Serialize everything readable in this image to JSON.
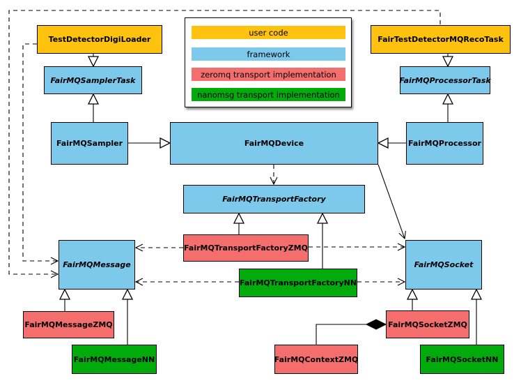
{
  "palette": {
    "user_code": "#ffc20e",
    "framework": "#7cc9ec",
    "zeromq": "#f56e6e",
    "nanomsg": "#00ab0b",
    "line": "#000000",
    "background": "#ffffff"
  },
  "legend": {
    "items": [
      {
        "label": "user code",
        "color": "#ffc20e"
      },
      {
        "label": "framework",
        "color": "#7cc9ec"
      },
      {
        "label": "zeromq transport implementation",
        "color": "#f56e6e"
      },
      {
        "label": "nanomsg transport implementation",
        "color": "#00ab0b"
      }
    ]
  },
  "nodes": {
    "test_detector_digi_loader": {
      "label": "TestDetectorDigiLoader",
      "category": "user code",
      "abstract": false,
      "color": "#ffc20e"
    },
    "fair_test_detector_mq_reco_task": {
      "label": "FairTestDetectorMQRecoTask",
      "category": "user code",
      "abstract": false,
      "color": "#ffc20e"
    },
    "fairmq_sampler_task": {
      "label": "FairMQSamplerTask",
      "category": "framework",
      "abstract": true,
      "color": "#7cc9ec"
    },
    "fairmq_processor_task": {
      "label": "FairMQProcessorTask",
      "category": "framework",
      "abstract": true,
      "color": "#7cc9ec"
    },
    "fairmq_sampler": {
      "label": "FairMQSampler",
      "category": "framework",
      "abstract": false,
      "color": "#7cc9ec"
    },
    "fairmq_device": {
      "label": "FairMQDevice",
      "category": "framework",
      "abstract": false,
      "color": "#7cc9ec"
    },
    "fairmq_processor": {
      "label": "FairMQProcessor",
      "category": "framework",
      "abstract": false,
      "color": "#7cc9ec"
    },
    "fairmq_transport_factory": {
      "label": "FairMQTransportFactory",
      "category": "framework",
      "abstract": true,
      "color": "#7cc9ec"
    },
    "fairmq_transport_factory_zmq": {
      "label": "FairMQTransportFactoryZMQ",
      "category": "zeromq",
      "abstract": false,
      "color": "#f56e6e"
    },
    "fairmq_transport_factory_nn": {
      "label": "FairMQTransportFactoryNN",
      "category": "nanomsg",
      "abstract": false,
      "color": "#00ab0b"
    },
    "fairmq_message": {
      "label": "FairMQMessage",
      "category": "framework",
      "abstract": true,
      "color": "#7cc9ec"
    },
    "fairmq_socket": {
      "label": "FairMQSocket",
      "category": "framework",
      "abstract": true,
      "color": "#7cc9ec"
    },
    "fairmq_message_zmq": {
      "label": "FairMQMessageZMQ",
      "category": "zeromq",
      "abstract": false,
      "color": "#f56e6e"
    },
    "fairmq_message_nn": {
      "label": "FairMQMessageNN",
      "category": "nanomsg",
      "abstract": false,
      "color": "#00ab0b"
    },
    "fairmq_context_zmq": {
      "label": "FairMQContextZMQ",
      "category": "zeromq",
      "abstract": false,
      "color": "#f56e6e"
    },
    "fairmq_socket_zmq": {
      "label": "FairMQSocketZMQ",
      "category": "zeromq",
      "abstract": false,
      "color": "#f56e6e"
    },
    "fairmq_socket_nn": {
      "label": "FairMQSocketNN",
      "category": "nanomsg",
      "abstract": false,
      "color": "#00ab0b"
    }
  },
  "relationships": [
    {
      "from": "TestDetectorDigiLoader",
      "to": "FairMQSamplerTask",
      "type": "inheritance"
    },
    {
      "from": "FairMQSampler",
      "to": "FairMQSamplerTask",
      "type": "inheritance"
    },
    {
      "from": "FairTestDetectorMQRecoTask",
      "to": "FairMQProcessorTask",
      "type": "inheritance"
    },
    {
      "from": "FairMQProcessor",
      "to": "FairMQProcessorTask",
      "type": "inheritance"
    },
    {
      "from": "FairMQSampler",
      "to": "FairMQDevice",
      "type": "inheritance"
    },
    {
      "from": "FairMQProcessor",
      "to": "FairMQDevice",
      "type": "inheritance"
    },
    {
      "from": "FairMQTransportFactoryZMQ",
      "to": "FairMQTransportFactory",
      "type": "inheritance"
    },
    {
      "from": "FairMQTransportFactoryNN",
      "to": "FairMQTransportFactory",
      "type": "inheritance"
    },
    {
      "from": "FairMQMessageZMQ",
      "to": "FairMQMessage",
      "type": "inheritance"
    },
    {
      "from": "FairMQMessageNN",
      "to": "FairMQMessage",
      "type": "inheritance"
    },
    {
      "from": "FairMQSocketZMQ",
      "to": "FairMQSocket",
      "type": "inheritance"
    },
    {
      "from": "FairMQSocketNN",
      "to": "FairMQSocket",
      "type": "inheritance"
    },
    {
      "from": "FairMQDevice",
      "to": "FairMQTransportFactory",
      "type": "dependency"
    },
    {
      "from": "FairMQDevice",
      "to": "FairMQSocket",
      "type": "association"
    },
    {
      "from": "FairMQTransportFactoryZMQ",
      "to": "FairMQMessage",
      "type": "dependency"
    },
    {
      "from": "FairMQTransportFactoryZMQ",
      "to": "FairMQSocket",
      "type": "dependency"
    },
    {
      "from": "FairMQTransportFactoryNN",
      "to": "FairMQMessage",
      "type": "dependency"
    },
    {
      "from": "FairMQTransportFactoryNN",
      "to": "FairMQSocket",
      "type": "dependency"
    },
    {
      "from": "TestDetectorDigiLoader",
      "to": "FairMQMessage",
      "type": "dependency"
    },
    {
      "from": "FairTestDetectorMQRecoTask",
      "to": "FairMQMessage",
      "type": "dependency"
    },
    {
      "from": "FairMQContextZMQ",
      "to": "FairMQSocketZMQ",
      "type": "composition"
    }
  ]
}
